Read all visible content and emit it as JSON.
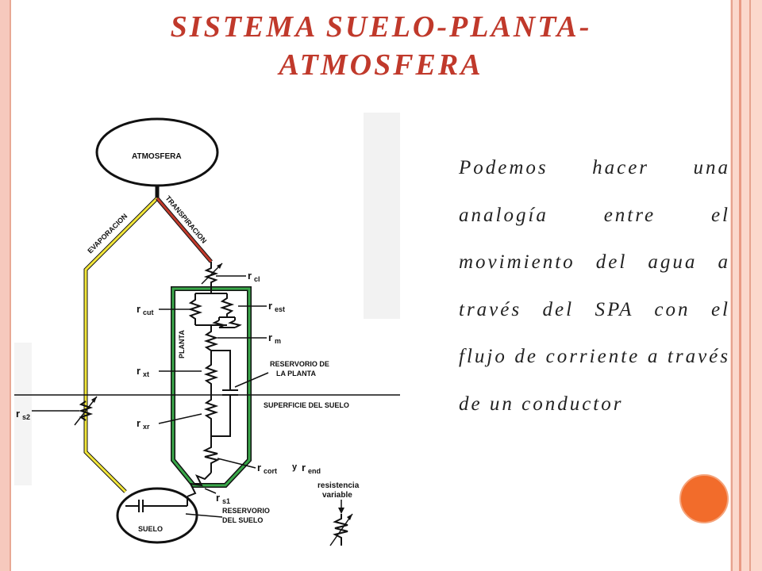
{
  "title": {
    "line1": "SISTEMA SUELO-PLANTA-",
    "line2": "ATMOSFERA"
  },
  "body_text": "Podemos hacer una analogía entre el movimiento del agua a través del SPA con el flujo de corriente a través de un conductor",
  "diagram": {
    "atmosfera": "ATMOSFERA",
    "suelo": "SUELO",
    "evaporacion": "EVAPORACION",
    "transpiracion": "TRANSPIRACION",
    "planta": "PLANTA",
    "r_cl": "r",
    "r_cl_sub": "cl",
    "r_cut": "r",
    "r_cut_sub": "cut",
    "r_est": "r",
    "r_est_sub": "est",
    "r_m": "r",
    "r_m_sub": "m",
    "r_xt": "r",
    "r_xt_sub": "xt",
    "r_xr": "r",
    "r_xr_sub": "xr",
    "r_s2": "r",
    "r_s2_sub": "s2",
    "r_s1": "r",
    "r_s1_sub": "s1",
    "reservorio_planta_1": "RESERVORIO DE",
    "reservorio_planta_2": "LA PLANTA",
    "superficie": "SUPERFICIE DEL SUELO",
    "r_cort": "r",
    "r_cort_sub": "cort",
    "y": "y",
    "r_end": "r",
    "r_end_sub": "end",
    "reservorio_suelo_1": "RESERVORIO",
    "reservorio_suelo_2": "DEL  SUELO",
    "resistencia_1": "resistencia",
    "resistencia_2": "variable"
  },
  "colors": {
    "title": "#c0392b",
    "evaporation_path": "#f2e63a",
    "transpiration_path": "#c0392b",
    "plant_path": "#3aa84a",
    "accent_circle": "#f26c2b"
  }
}
